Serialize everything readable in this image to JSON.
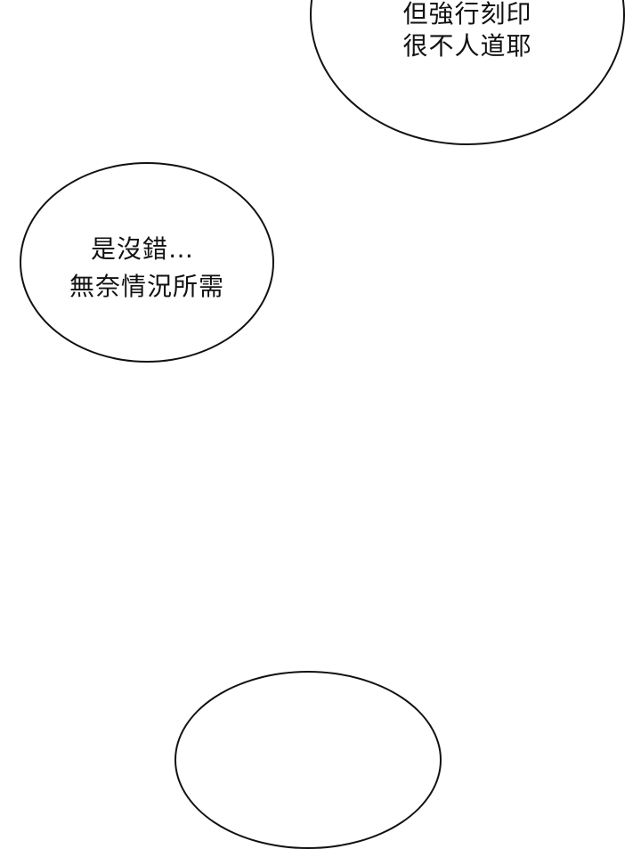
{
  "panel": {
    "background": "#ffffff",
    "bubbles": [
      {
        "lines": [
          "但強行刻印",
          "很不人道耶"
        ]
      },
      {
        "lines": [
          "是沒錯…",
          "無奈情況所需"
        ]
      },
      {
        "lines": []
      }
    ]
  }
}
